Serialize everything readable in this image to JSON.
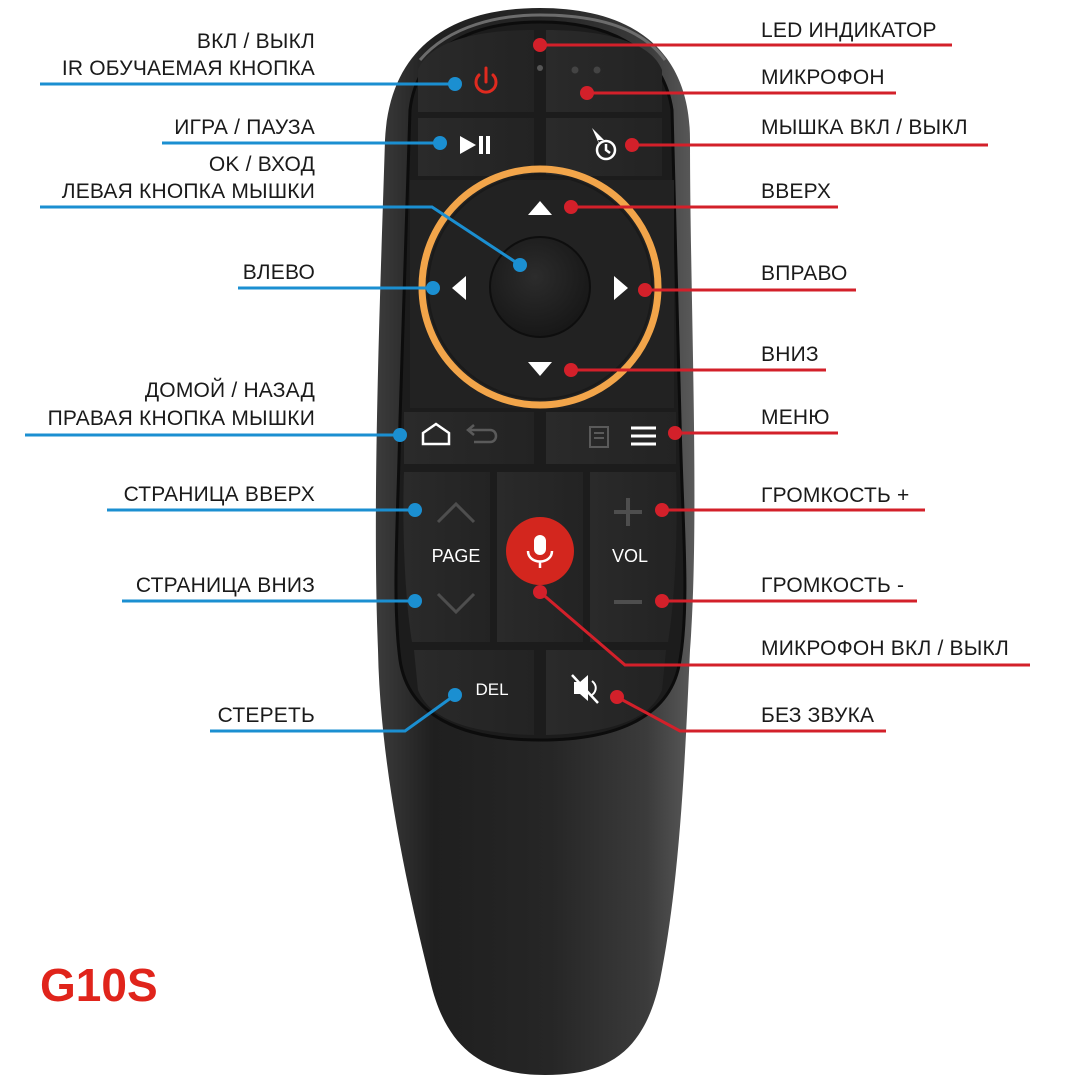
{
  "model": "G10S",
  "labels_left": {
    "power": "ВКЛ / ВЫКЛ",
    "ir_learn": "IR ОБУЧАЕМАЯ КНОПКА",
    "play_pause": "ИГРА / ПАУЗА",
    "ok": "OK / ВХОД",
    "left_click": "ЛЕВАЯ КНОПКА МЫШКИ",
    "left": "ВЛЕВО",
    "home_back": "ДОМОЙ / НАЗАД",
    "right_click": "ПРАВАЯ КНОПКА МЫШКИ",
    "page_up": "СТРАНИЦА ВВЕРХ",
    "page_down": "СТРАНИЦА ВНИЗ",
    "delete": "СТЕРЕТЬ"
  },
  "labels_right": {
    "led": "LED ИНДИКАТОР",
    "microphone": "МИКРОФОН",
    "mouse_toggle": "МЫШКА ВКЛ / ВЫКЛ",
    "up": "ВВЕРХ",
    "right": "ВПРАВО",
    "down": "ВНИЗ",
    "menu": "МЕНЮ",
    "vol_up": "ГРОМКОСТЬ +",
    "vol_down": "ГРОМКОСТЬ -",
    "mic_toggle": "МИКРОФОН ВКЛ / ВЫКЛ",
    "mute": "БЕЗ ЗВУКА"
  },
  "remote_keys": {
    "page": "PAGE",
    "vol": "VOL",
    "del": "DEL"
  },
  "colors": {
    "left_leader": "#1b8fd1",
    "right_leader": "#d3202a",
    "ring": "#f2a54a",
    "model_text": "#e0241b",
    "power_icon": "#e02a1f",
    "mic_button": "#d3261e"
  }
}
